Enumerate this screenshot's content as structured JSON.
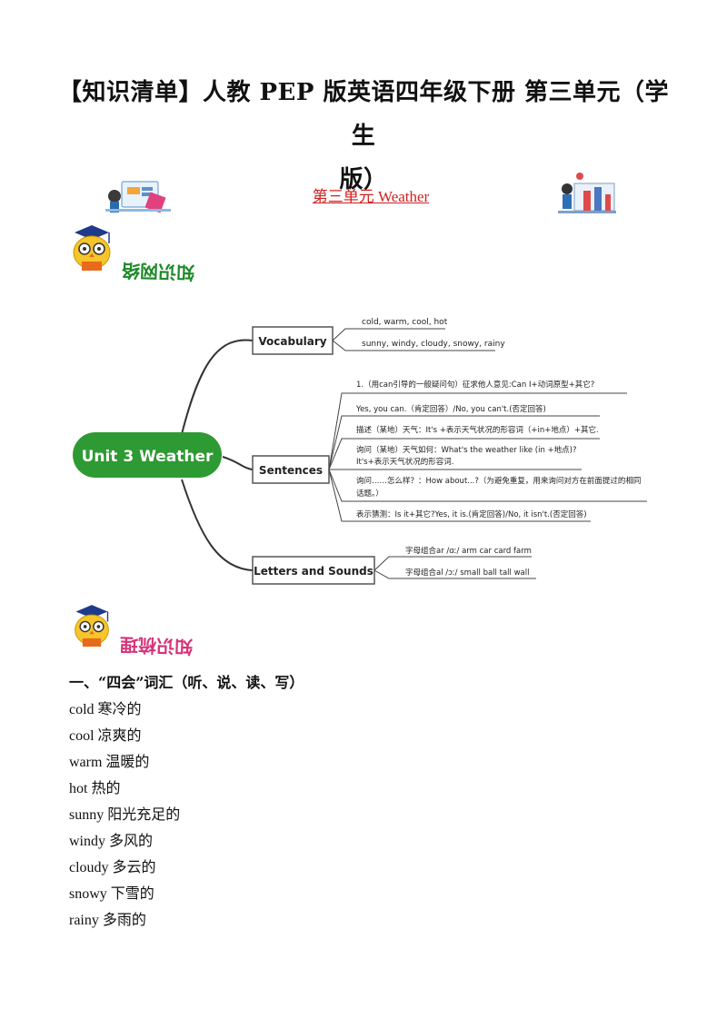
{
  "doc": {
    "title_line1": "【知识清单】人教 PEP 版英语四年级下册  第三单元（学生",
    "title_line2": "版）",
    "unit_title": "第三单元  Weather"
  },
  "badges": {
    "network": "知识网络",
    "review": "知识梳理"
  },
  "mindmap": {
    "center": "Unit 3 Weather",
    "branches": {
      "vocabulary": {
        "label": "Vocabulary",
        "items": [
          "cold, warm, cool, hot",
          "sunny, windy, cloudy, snowy, rainy"
        ]
      },
      "sentences": {
        "label": "Sentences",
        "items": [
          "1.（用can引导的一般疑问句）征求他人意见:Can I+动词原型+其它?",
          "Yes, you can.（肯定回答）/No, you can't.(否定回答)",
          "描述（某地）天气：It's +表示天气状况的形容词（+in+地点）+其它.",
          "询问（某地）天气如何：What's the weather like (in +地点)?",
          "It's+表示天气状况的形容词.",
          "询问……怎么样？：How about...?（为避免重复，用来询问对方在前面提过的相同",
          "话题。）",
          "表示猜测：Is it+其它?Yes, it is.(肯定回答)/No, it isn't.(否定回答)"
        ]
      },
      "letters": {
        "label": "Letters and Sounds",
        "items": [
          "字母组合ar /ɑː/ arm car card farm",
          "字母组合al /ɔː/ small ball tall wall"
        ]
      }
    }
  },
  "section1": {
    "heading": "一、“四会”词汇（听、说、读、写）",
    "words": [
      "cold 寒冷的",
      "cool 凉爽的",
      "warm 温暖的",
      "hot 热的",
      "sunny 阳光充足的",
      "windy 多风的",
      "cloudy 多云的",
      "snowy 下雪的",
      "rainy 多雨的"
    ]
  },
  "colors": {
    "accent_red": "#d12020",
    "mindmap_green": "#2e9a34",
    "badge_green": "#1f8a2a",
    "badge_pink": "#d6337a"
  }
}
